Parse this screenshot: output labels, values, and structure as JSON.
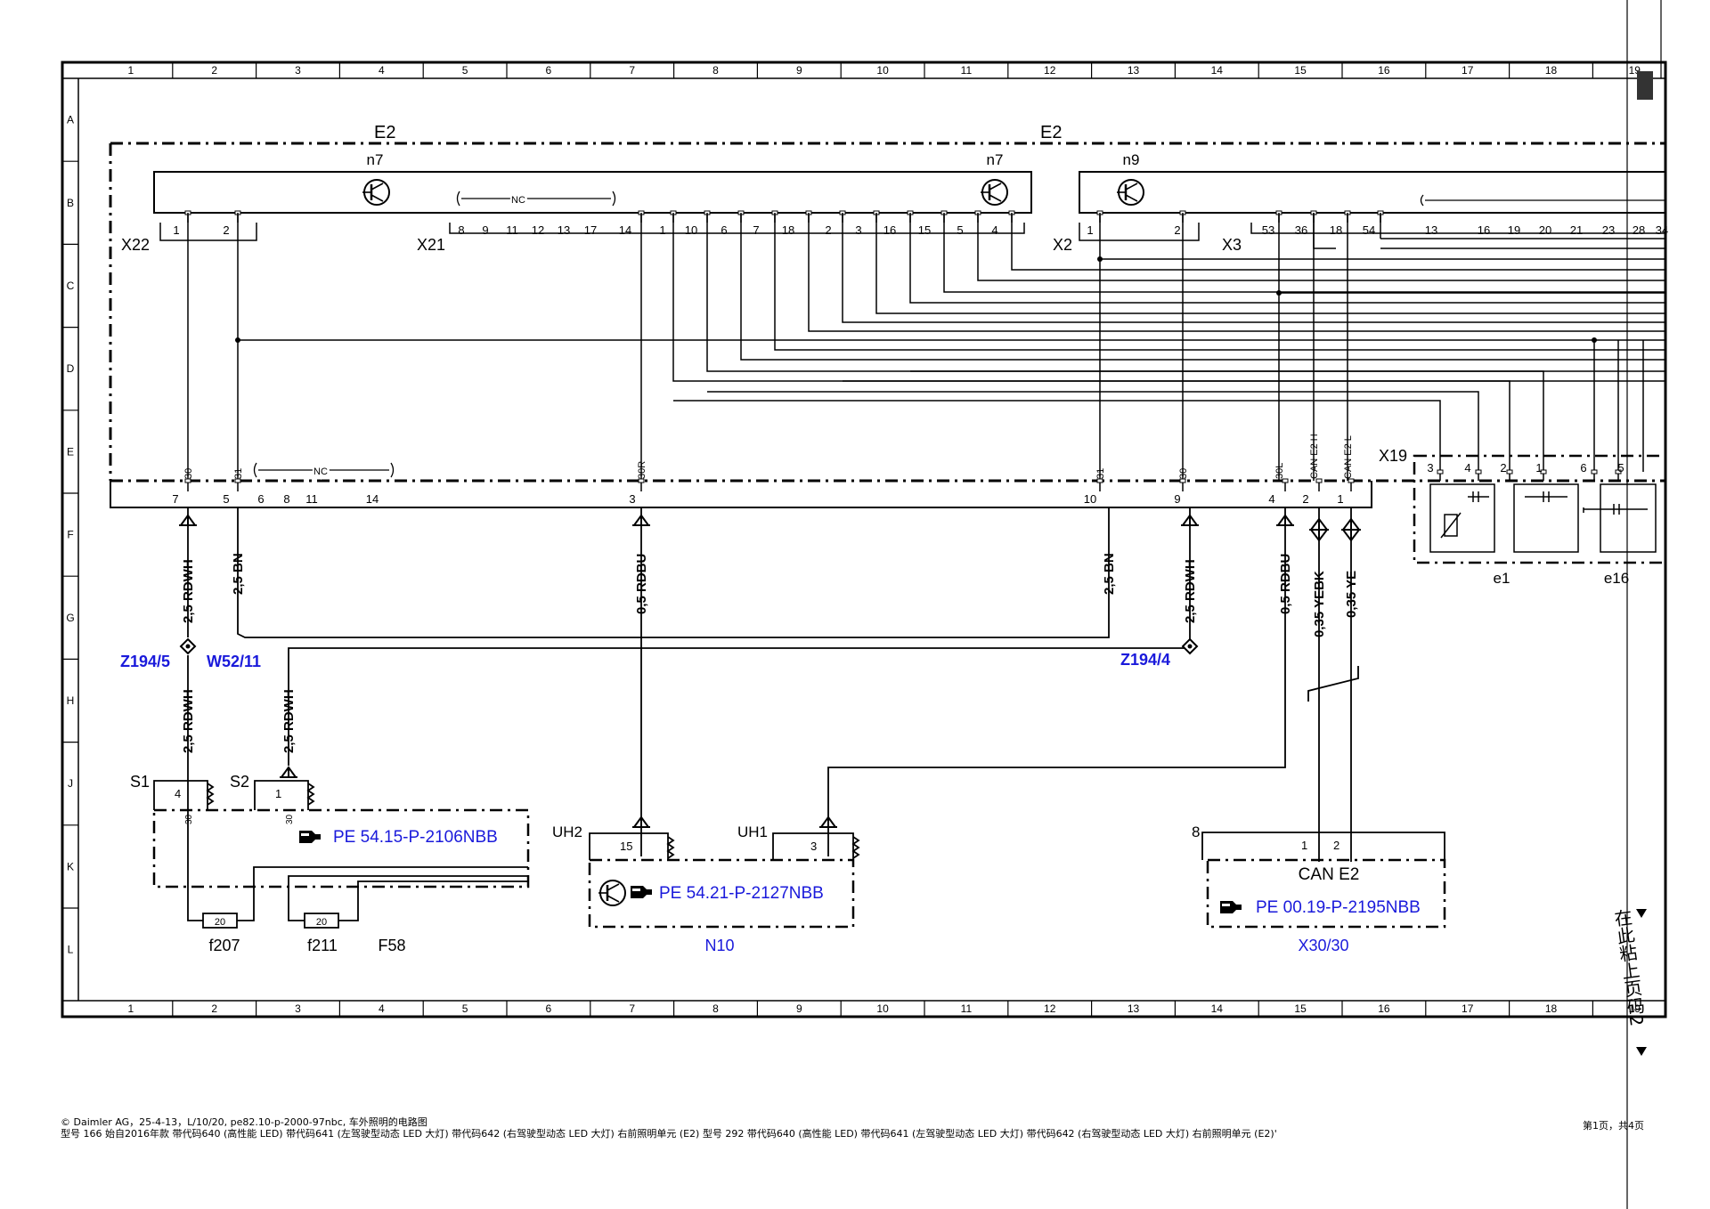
{
  "grid": {
    "columns": [
      "1",
      "2",
      "3",
      "4",
      "5",
      "6",
      "7",
      "8",
      "9",
      "10",
      "11",
      "12",
      "13",
      "14",
      "15",
      "16",
      "17",
      "18",
      "19"
    ],
    "rows": [
      "A",
      "B",
      "C",
      "D",
      "E",
      "F",
      "G",
      "H",
      "J",
      "K",
      "L"
    ]
  },
  "modules": {
    "e2_left_title": "E2",
    "e2_right_title": "E2",
    "n7_left": "n7",
    "n7_right": "n7",
    "n9": "n9",
    "nc_label": "NC",
    "x22": "X22",
    "x21": "X21",
    "x2": "X2",
    "x3": "X3",
    "x19": "X19",
    "e1": "e1",
    "e16": "e16"
  },
  "pins": {
    "x22": [
      "1",
      "2"
    ],
    "x21": [
      "8",
      "9",
      "11",
      "12",
      "13",
      "17",
      "14",
      "1",
      "10",
      "6",
      "7",
      "18",
      "2",
      "3",
      "16",
      "15",
      "5",
      "4"
    ],
    "x2": [
      "1",
      "2"
    ],
    "x3": [
      "53",
      "36",
      "18",
      "54",
      "13",
      "16",
      "19",
      "20",
      "21",
      "23",
      "28",
      "34"
    ],
    "bottom_connector": [
      "7",
      "5",
      "6",
      "8",
      "11",
      "14",
      "3",
      "10",
      "9",
      "4",
      "2",
      "1"
    ],
    "x19": [
      "3",
      "4",
      "2",
      "1",
      "6",
      "5"
    ]
  },
  "terminals": {
    "t30_a": "30",
    "t31_a": "31",
    "t30r": "30R",
    "t31_b": "31",
    "t30_b": "30",
    "t30l": "30L",
    "can_h": "CAN E2 H",
    "can_l": "CAN E2 L",
    "s1_30": "30",
    "s2_30": "30"
  },
  "wires": {
    "w1": "2,5 RDWH",
    "w2": "2,5 BN",
    "w3": "0,5 RDBU",
    "w4": "2,5 BN",
    "w5": "2,5 RDWH",
    "w6": "0,5 RDBU",
    "w7": "0,35 YEBK",
    "w8": "0,35 YE",
    "w9": "2,5 RDWH",
    "w10": "2,5 RDWH"
  },
  "nodes": {
    "z194_5": "Z194/5",
    "w52_11": "W52/11",
    "z194_4": "Z194/4"
  },
  "lower": {
    "s1": "S1",
    "s2": "S2",
    "s1_pin": "4",
    "s2_pin": "1",
    "ref_f58": "PE 54.15-P-2106NBB",
    "fuse_a": "20",
    "fuse_b": "20",
    "f207": "f207",
    "f211": "f211",
    "f58": "F58",
    "uh2": "UH2",
    "uh1": "UH1",
    "uh2_pin": "15",
    "uh1_pin": "3",
    "ref_n10": "PE 54.21-P-2127NBB",
    "n10": "N10",
    "can_num": "8",
    "can_pin1": "1",
    "can_pin2": "2",
    "can_title": "CAN E2",
    "ref_can": "PE 00.19-P-2195NBB",
    "x30_30": "X30/30"
  },
  "side_note": "在此粘上页码2",
  "footer": {
    "line1": "© Daimler AG，25-4-13，L/10/20, pe82.10-p-2000-97nbc, 车外照明的电路图",
    "line2": "型号 166 始自2016年款 带代码640 (高性能 LED) 带代码641 (左驾驶型动态 LED 大灯) 带代码642 (右驾驶型动态 LED 大灯) 右前照明单元 (E2) 型号 292 带代码640 (高性能 LED) 带代码641 (左驾驶型动态 LED 大灯) 带代码642 (右驾驶型动态 LED 大灯) 右前照明单元 (E2)'",
    "page": "第1页，共4页"
  },
  "colors": {
    "link": "#1a1adb",
    "line": "#000000"
  }
}
